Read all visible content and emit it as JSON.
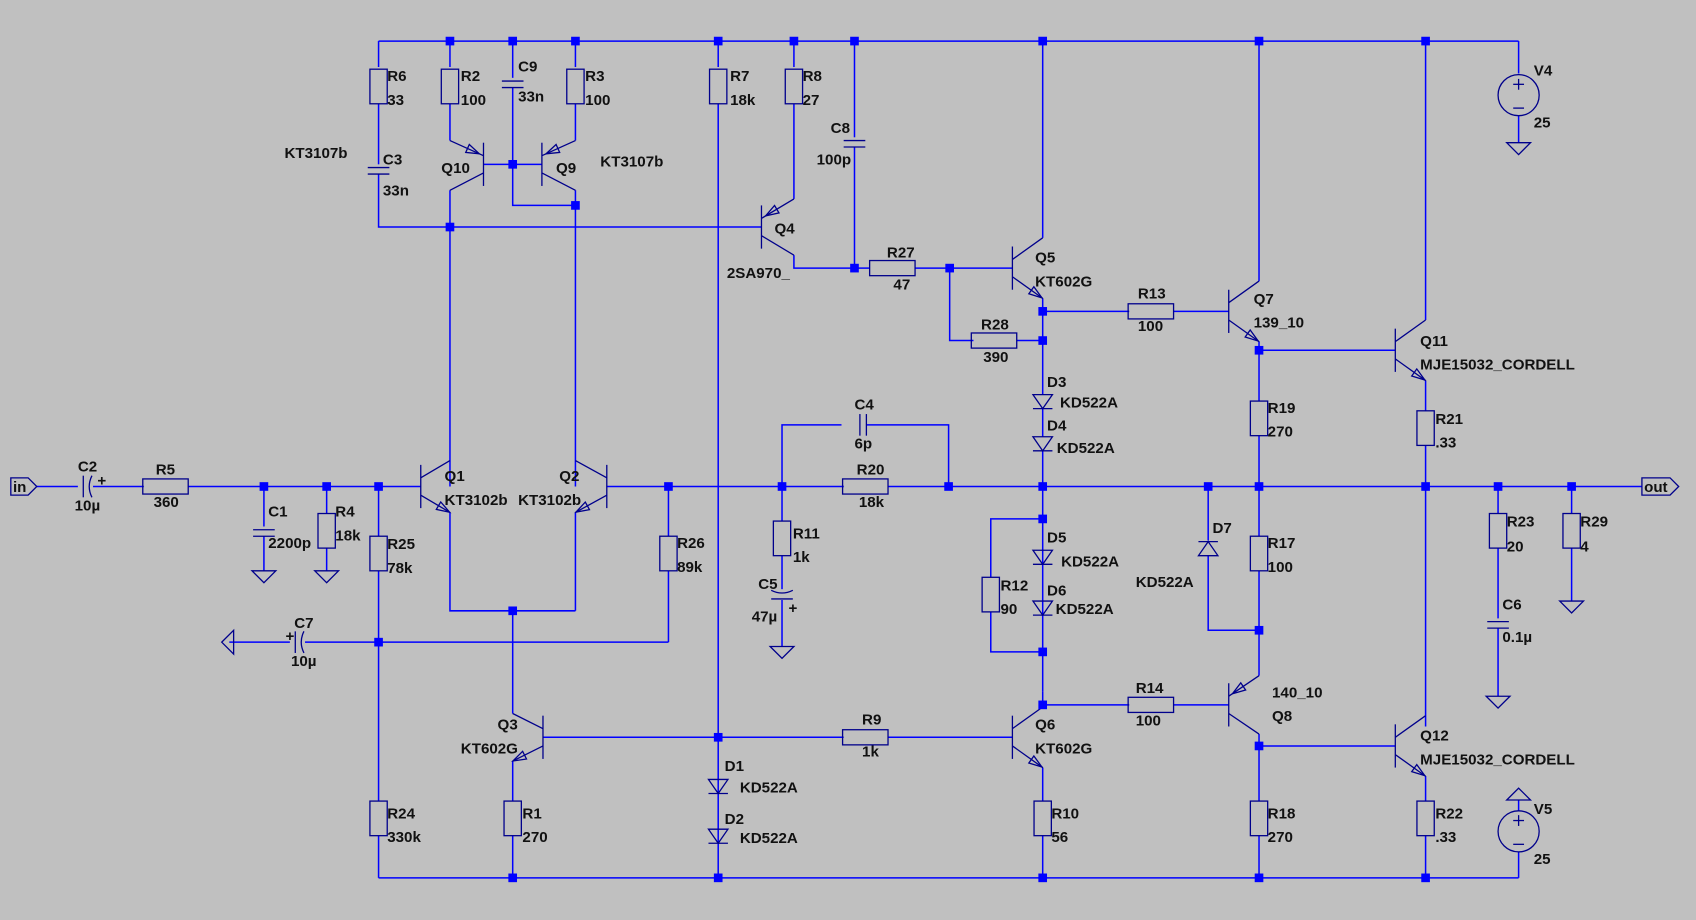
{
  "app": "LTspice schematic",
  "colors": {
    "background": "#c0c0c0",
    "wire": "#0000ff",
    "symbol": "#00008b",
    "text": "#111111"
  },
  "ports": {
    "in": "in",
    "out": "out"
  },
  "components": {
    "R6": {
      "name": "R6",
      "value": "33"
    },
    "R2": {
      "name": "R2",
      "value": "100"
    },
    "C9": {
      "name": "C9",
      "value": "33n"
    },
    "R3": {
      "name": "R3",
      "value": "100"
    },
    "R7": {
      "name": "R7",
      "value": "18k"
    },
    "R8": {
      "name": "R8",
      "value": "27"
    },
    "C8": {
      "name": "C8",
      "value": "100p"
    },
    "C3": {
      "name": "C3",
      "value": "33n"
    },
    "Q10": {
      "name": "Q10",
      "value": "KT3107b"
    },
    "Q9": {
      "name": "Q9",
      "value": "KT3107b"
    },
    "Q4": {
      "name": "Q4",
      "value": "2SA970_"
    },
    "R27": {
      "name": "R27",
      "value": "47"
    },
    "Q5": {
      "name": "Q5",
      "value": "KT602G"
    },
    "R28": {
      "name": "R28",
      "value": "390"
    },
    "R13": {
      "name": "R13",
      "value": "100"
    },
    "Q7": {
      "name": "Q7",
      "value": "139_10"
    },
    "Q11": {
      "name": "Q11",
      "value": "MJE15032_CORDELL"
    },
    "V4": {
      "name": "V4",
      "value": "25"
    },
    "D3": {
      "name": "D3",
      "value": "KD522A"
    },
    "D4": {
      "name": "D4",
      "value": "KD522A"
    },
    "C4": {
      "name": "C4",
      "value": "6p"
    },
    "R20": {
      "name": "R20",
      "value": "18k"
    },
    "R19": {
      "name": "R19",
      "value": "270"
    },
    "R21": {
      "name": "R21",
      "value": ".33"
    },
    "C2": {
      "name": "C2",
      "value": "10µ"
    },
    "R5": {
      "name": "R5",
      "value": "360"
    },
    "C1": {
      "name": "C1",
      "value": "2200p"
    },
    "R4": {
      "name": "R4",
      "value": "18k"
    },
    "R25": {
      "name": "R25",
      "value": "78k"
    },
    "Q1": {
      "name": "Q1",
      "value": "KT3102b"
    },
    "Q2": {
      "name": "Q2",
      "value": "KT3102b"
    },
    "R26": {
      "name": "R26",
      "value": "89k"
    },
    "R11": {
      "name": "R11",
      "value": "1k"
    },
    "C5": {
      "name": "C5",
      "value": "47µ"
    },
    "D5": {
      "name": "D5",
      "value": "KD522A"
    },
    "D6": {
      "name": "D6",
      "value": "KD522A"
    },
    "R12": {
      "name": "R12",
      "value": "90"
    },
    "D7": {
      "name": "D7",
      "value": "KD522A"
    },
    "R17": {
      "name": "R17",
      "value": "100"
    },
    "R23": {
      "name": "R23",
      "value": "20"
    },
    "R29": {
      "name": "R29",
      "value": "4"
    },
    "C6": {
      "name": "C6",
      "value": "0.1µ"
    },
    "C7": {
      "name": "C7",
      "value": "10µ"
    },
    "Q3": {
      "name": "Q3",
      "value": "KT602G"
    },
    "R24": {
      "name": "R24",
      "value": "330k"
    },
    "R1": {
      "name": "R1",
      "value": "270"
    },
    "D1": {
      "name": "D1",
      "value": "KD522A"
    },
    "D2": {
      "name": "D2",
      "value": "KD522A"
    },
    "R9": {
      "name": "R9",
      "value": "1k"
    },
    "Q6": {
      "name": "Q6",
      "value": "KT602G"
    },
    "R10": {
      "name": "R10",
      "value": "56"
    },
    "R14": {
      "name": "R14",
      "value": "100"
    },
    "Q8": {
      "name": "Q8",
      "value": "140_10"
    },
    "R18": {
      "name": "R18",
      "value": "270"
    },
    "Q12": {
      "name": "Q12",
      "value": "MJE15032_CORDELL"
    },
    "R22": {
      "name": "R22",
      "value": ".33"
    },
    "V5": {
      "name": "V5",
      "value": "25"
    }
  }
}
